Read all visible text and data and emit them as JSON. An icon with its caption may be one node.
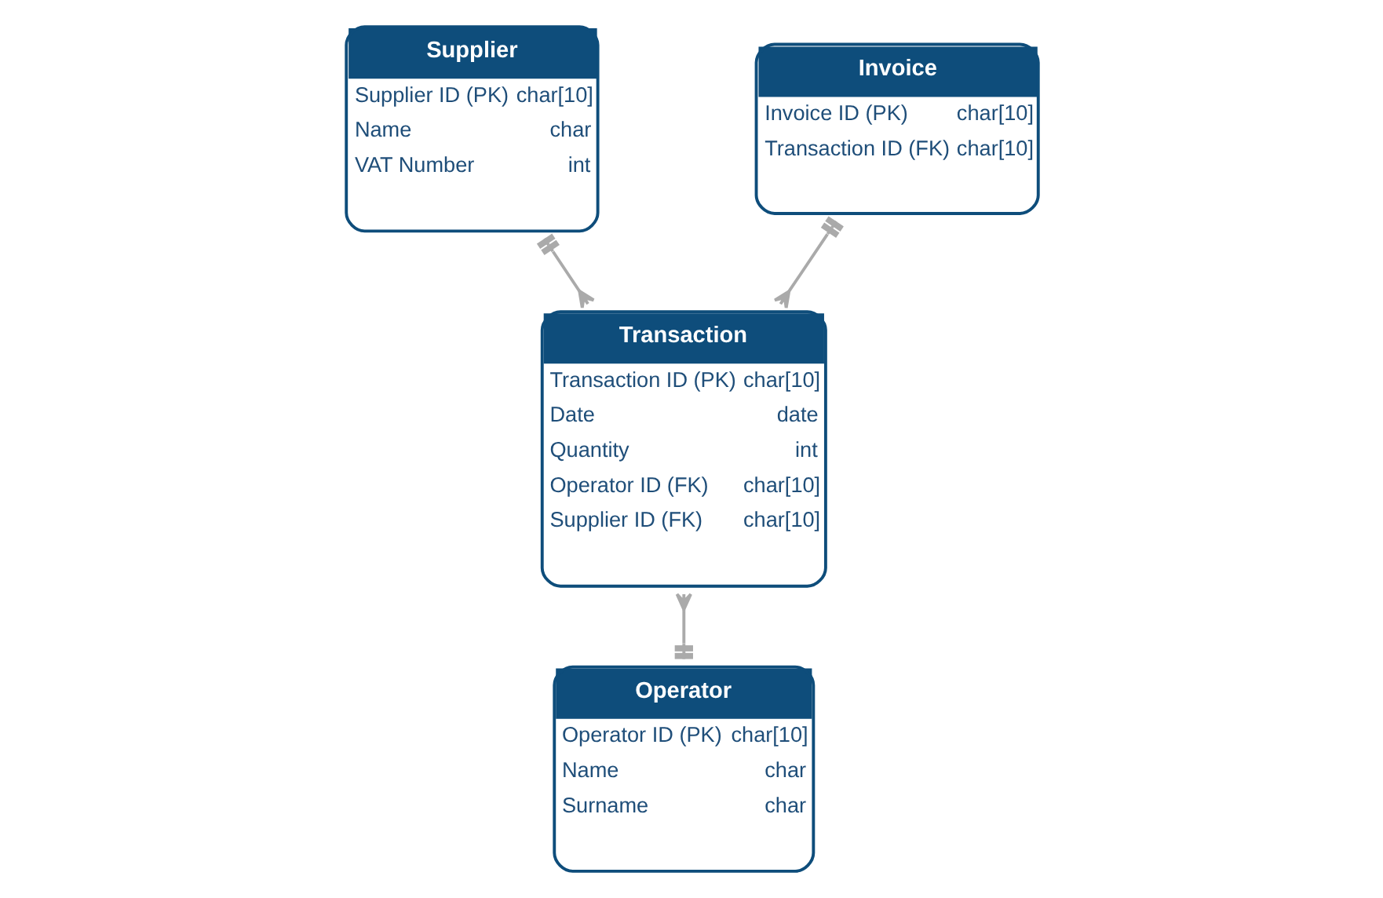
{
  "diagram": {
    "nodes": [
      {
        "text": [
          "Supplier",
          "Supplier ID (PK)",
          "char[10]",
          "Name",
          "char",
          "VAT Number",
          "int"
        ]
      },
      {
        "text": [
          "Invoice",
          "Invoice ID (PK)",
          "char[10]",
          "Transaction ID (FK)",
          "char[10]"
        ]
      },
      {
        "text": [
          "Transaction",
          "Transaction ID (PK)",
          "char[10]",
          "Date",
          "date",
          "Quantity",
          "int",
          "Operator ID (FK)",
          "char[10]",
          "Supplier ID (FK)",
          "char[10]"
        ]
      },
      {
        "text": [
          "Operator",
          "Operator ID (PK)",
          "char[10]",
          "Name",
          "char",
          "Surname",
          "char"
        ]
      }
    ],
    "edges": [
      {
        "from": 0,
        "to": 2,
        "arrow": "other"
      },
      {
        "from": 1,
        "to": 2,
        "arrow": "other"
      },
      {
        "from": 3,
        "to": 2,
        "arrow": "other"
      }
    ]
  }
}
